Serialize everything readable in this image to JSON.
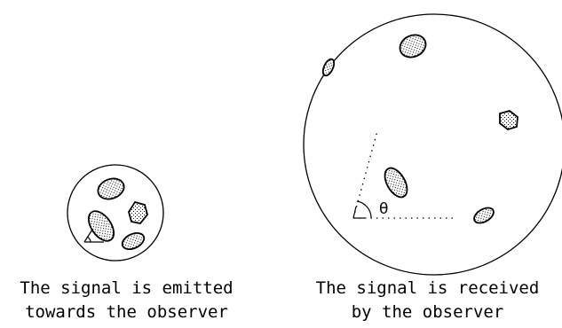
{
  "colors": {
    "ink": "#000000",
    "background": "#ffffff"
  },
  "diagram": {
    "angle_symbol": "θ"
  },
  "captions": {
    "left_line1": "The signal is emitted",
    "left_line2": "towards the observer",
    "right_line1": "The signal is received",
    "right_line2": "by the observer"
  }
}
